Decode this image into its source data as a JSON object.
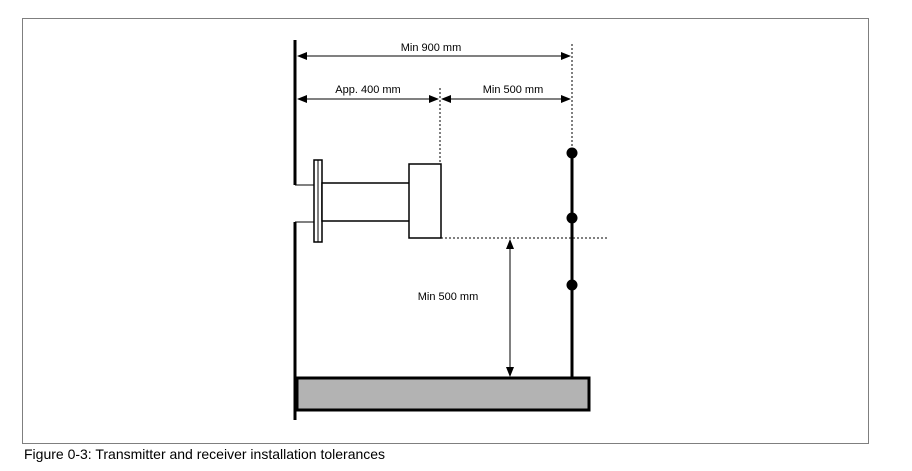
{
  "labels": {
    "min_900": "Min 900 mm",
    "app_400": "App. 400 mm",
    "min_500_top": "Min 500 mm",
    "min_500_vertical": "Min 500 mm"
  },
  "caption": "Figure 0-3: Transmitter and receiver installation tolerances",
  "colors": {
    "line": "#000000",
    "base_fill": "#b3b3b3",
    "frame": "#7f7f7f"
  }
}
